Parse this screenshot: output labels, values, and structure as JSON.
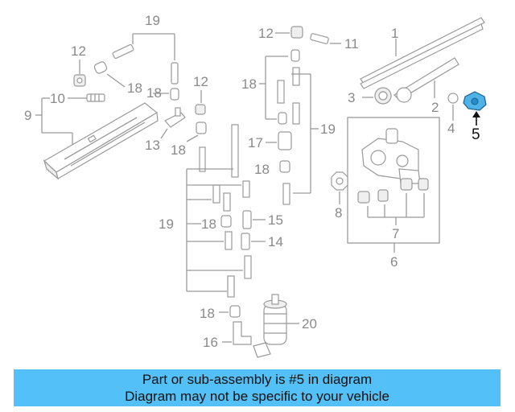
{
  "callouts": {
    "n1": "1",
    "n2": "2",
    "n3": "3",
    "n4": "4",
    "n5": "5",
    "n6": "6",
    "n7": "7",
    "n8": "8",
    "n9": "9",
    "n10": "10",
    "n11": "11",
    "n12a": "12",
    "n12b": "12",
    "n12c": "12",
    "n13": "13",
    "n14": "14",
    "n15": "15",
    "n16": "16",
    "n17": "17",
    "n18a": "18",
    "n18b": "18",
    "n18c": "18",
    "n18d": "18",
    "n18e": "18",
    "n18f": "18",
    "n19a": "19",
    "n19b": "19",
    "n19c": "19",
    "n20": "20"
  },
  "highlight": {
    "part": "5",
    "color": "#4fb3e8"
  },
  "banner": {
    "line1": "Part or sub-assembly is #5 in diagram",
    "line2": "Diagram may not be specific to your vehicle",
    "color": "#53c0f7"
  }
}
